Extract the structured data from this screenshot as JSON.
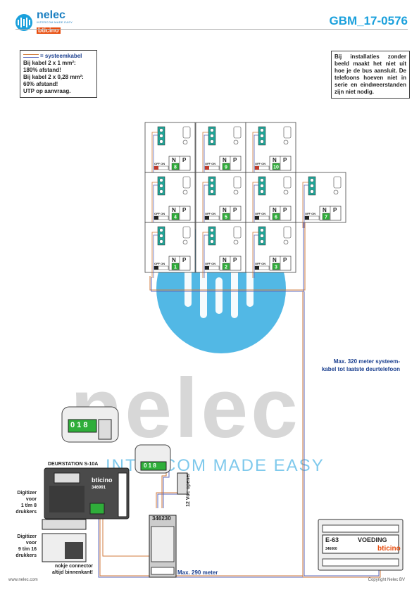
{
  "header": {
    "brand_name": "nelec",
    "brand_tagline": "INTERCOM MADE EASY",
    "brand_sub": "bticino",
    "doc_id": "GBM_17-0576"
  },
  "note_left": {
    "legend": "= systeemkabel",
    "lines": [
      "Bij kabel 2 x 1 mm²:",
      "180% afstand!",
      "Bij kabel 2 x 0,28 mm²:",
      "60% afstand!",
      "UTP op aanvraag."
    ]
  },
  "note_right": {
    "text": "Bij installaties zonder beeld maakt het niet uit hoe je de bus aansluit. De telefoons hoeven niet in serie en eindweerstanden zijn niet nodig."
  },
  "phones": [
    {
      "number": "8"
    },
    {
      "number": "9"
    },
    {
      "number": "10"
    },
    {
      "number": "4"
    },
    {
      "number": "5"
    },
    {
      "number": "6"
    },
    {
      "number": "7"
    },
    {
      "number": "1"
    },
    {
      "number": "2"
    },
    {
      "number": "3"
    }
  ],
  "phone_labels": {
    "off_on": "OFF ON",
    "n": "N",
    "p": "P"
  },
  "labels": {
    "max_320": "Max. 320 meter systeem-\nkabel tot laatste deurtelefoon",
    "max_290": "Max. 290 meter",
    "deurstation": "DEURSTATION S-10A",
    "deurstation_code": "346991",
    "deurstation_brand": "bticino",
    "opener": "12 Vdc opener",
    "module_code": "346230",
    "digitizer_1": "Digitizer\nvoor\n1 t/m 8\ndrukkers",
    "digitizer_2": "Digitizer\nvoor\n9 t/m 16\ndrukkers",
    "connector_note": "nokje connector\naltijd binnenkant!",
    "voeding_model": "E-63",
    "voeding_label": "VOEDING",
    "voeding_code": "346000",
    "voeding_brand": "bticino",
    "digit_display": "0 1 8",
    "digit_display_small": "0 1 8"
  },
  "watermark": {
    "word": "nelec",
    "tagline": "INTERCOM MADE EASY"
  },
  "footer": {
    "left": "www.nelec.com",
    "right": "Copyright Nelec BV"
  },
  "colors": {
    "brand_blue": "#1aa0dc",
    "cable_orange": "#d07a3b",
    "cable_blue": "#5c6bbf",
    "led_green": "#2fae3a"
  }
}
